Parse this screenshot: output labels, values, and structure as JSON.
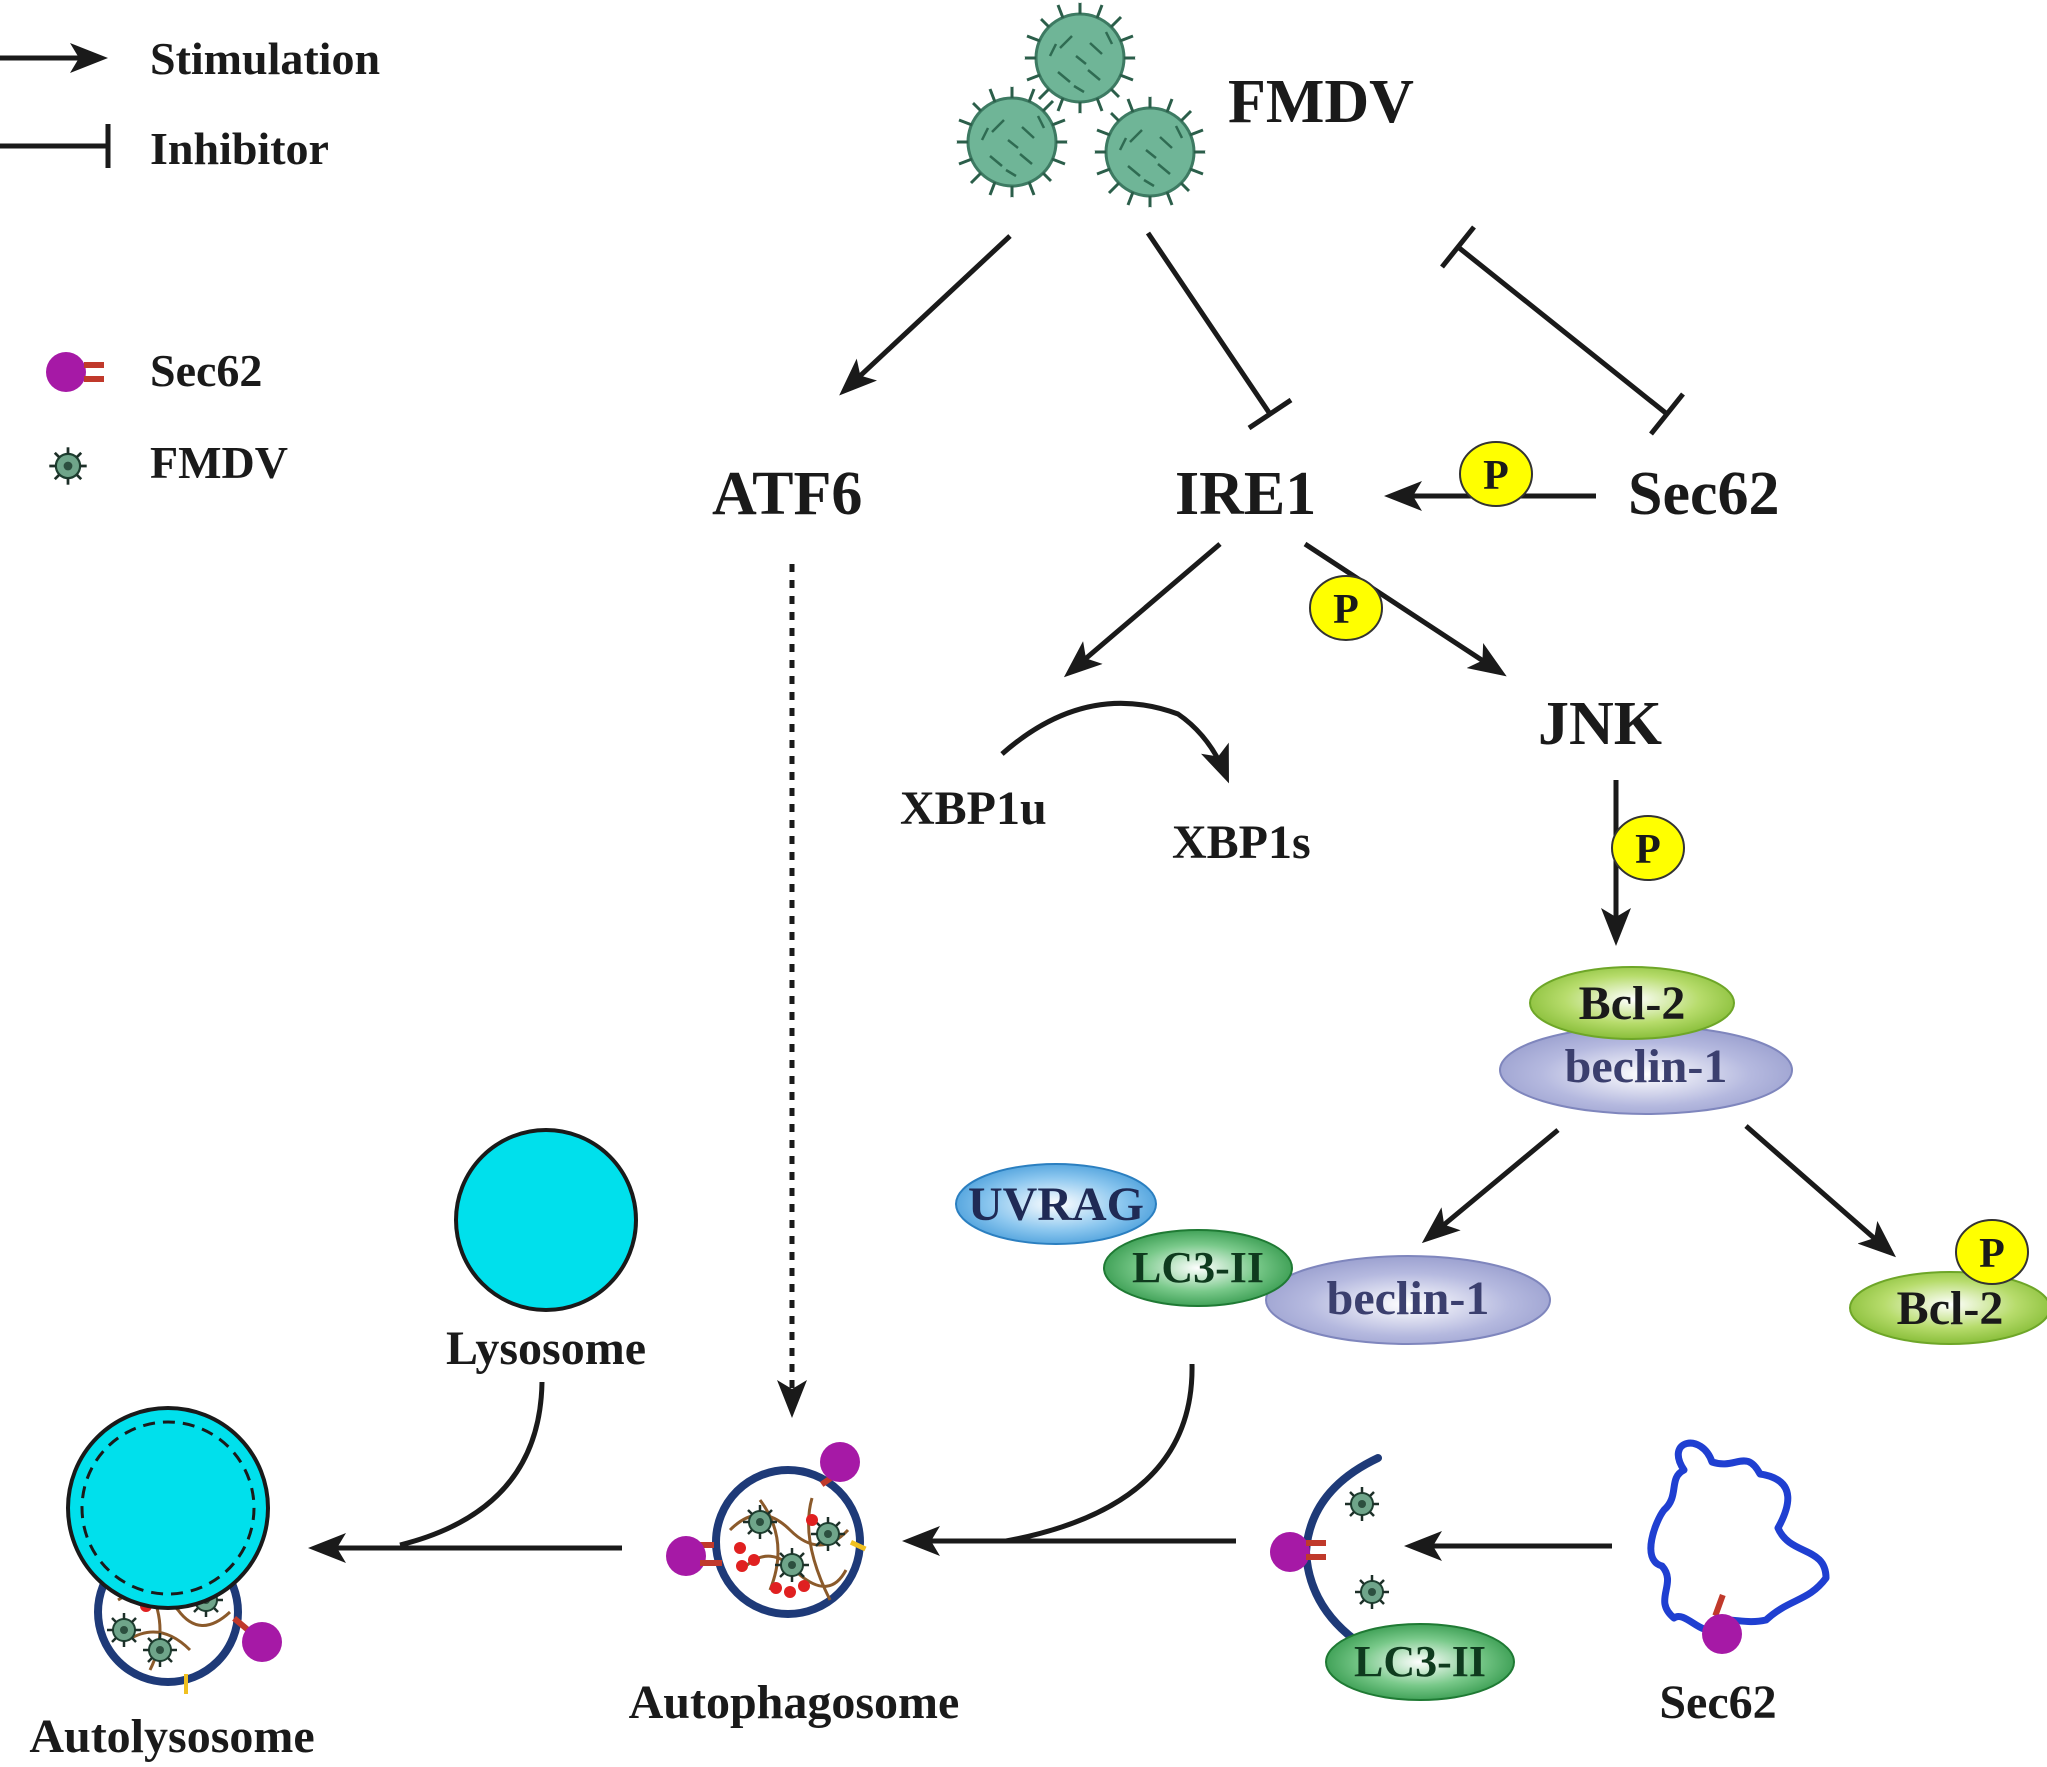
{
  "legend": {
    "stimulation": "Stimulation",
    "inhibitor": "Inhibitor",
    "sec62": "Sec62",
    "fmdv": "FMDV"
  },
  "nodes": {
    "fmdv": "FMDV",
    "atf6": "ATF6",
    "ire1": "IRE1",
    "sec62": "Sec62",
    "jnk": "JNK",
    "xbp1u": "XBP1u",
    "xbp1s": "XBP1s",
    "bcl2_complex": "Bcl-2",
    "beclin1_complex": "beclin-1",
    "uvrag": "UVRAG",
    "lc3ii_complex": "LC3-II",
    "beclin1_free": "beclin-1",
    "bcl2_free": "Bcl-2",
    "lysosome": "Lysosome",
    "autolysosome": "Autolysosome",
    "autophagosome": "Autophagosome",
    "lc3ii_phagophore": "LC3-II",
    "sec62_er": "Sec62"
  },
  "phospho_label": "P",
  "colors": {
    "virus": "#5fa586",
    "sec62_ball": "#a619a6",
    "sec62_stem": "#c0392b",
    "lysosome": "#00e0ec",
    "membrane": "#1e3a78",
    "er": "#1f3fd1",
    "phospho": "#ffff00",
    "bcl2": "#8cc63f",
    "beclin": "#9aa0cf",
    "uvrag": "#4aa3df",
    "lc3": "#2e9a4a"
  }
}
